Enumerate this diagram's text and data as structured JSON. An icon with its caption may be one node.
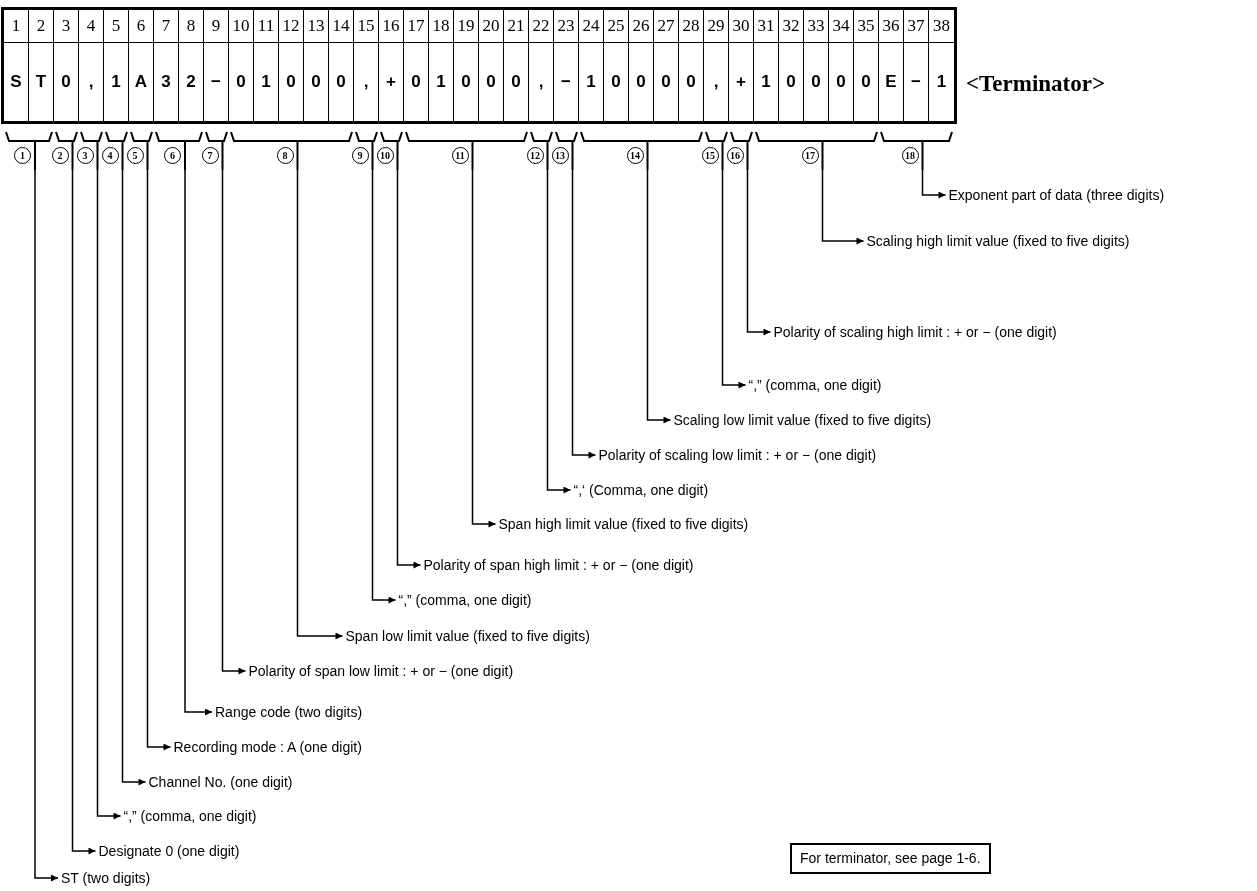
{
  "diagram": {
    "nodes": [
      {
        "text": [
          "1"
        ]
      },
      {
        "text": [
          "2"
        ]
      },
      {
        "text": [
          "3"
        ]
      },
      {
        "text": [
          "4"
        ]
      },
      {
        "text": [
          "5"
        ]
      },
      {
        "text": [
          "6"
        ]
      },
      {
        "text": [
          "7"
        ]
      },
      {
        "text": [
          "8"
        ]
      },
      {
        "text": [
          "9"
        ]
      },
      {
        "text": [
          "10"
        ]
      },
      {
        "text": [
          "11"
        ]
      },
      {
        "text": [
          "12"
        ]
      },
      {
        "text": [
          "13"
        ]
      },
      {
        "text": [
          "14"
        ]
      },
      {
        "text": [
          "15"
        ]
      },
      {
        "text": [
          "16"
        ]
      },
      {
        "text": [
          "17"
        ]
      },
      {
        "text": [
          "18"
        ]
      },
      {
        "text": [
          "ST (two digits)"
        ]
      },
      {
        "text": [
          "Designate 0 (one digit)"
        ]
      },
      {
        "text": [
          "“,” (comma, one digit)"
        ]
      },
      {
        "text": [
          "Channel No. (one digit)"
        ]
      },
      {
        "text": [
          "Recording mode : A (one digit)"
        ]
      },
      {
        "text": [
          "Range code (two digits)"
        ]
      },
      {
        "text": [
          "Polarity of span low limit : + or − (one digit)"
        ]
      },
      {
        "text": [
          "Span low limit value (fixed to five digits)"
        ]
      },
      {
        "text": [
          "“,” (comma, one digit)"
        ]
      },
      {
        "text": [
          "Polarity of span high limit : + or − (one digit)"
        ]
      },
      {
        "text": [
          "Span high limit value (fixed to five digits)"
        ]
      },
      {
        "text": [
          "“,‘ (Comma, one digit)"
        ]
      },
      {
        "text": [
          "Polarity of scaling low limit : + or − (one digit)"
        ]
      },
      {
        "text": [
          "Scaling low limit value (fixed to five digits)"
        ]
      },
      {
        "text": [
          "“,” (comma, one digit)"
        ]
      },
      {
        "text": [
          "Polarity of scaling high limit : + or − (one digit)"
        ]
      },
      {
        "text": [
          "Scaling high limit value (fixed to five digits)"
        ]
      },
      {
        "text": [
          "Exponent part of data (three digits)"
        ]
      },
      {
        "text": [
          "For terminator, see page 1-6."
        ]
      }
    ],
    "edges": [
      {
        "from": 0,
        "to": 18,
        "arrow": "to"
      },
      {
        "from": 1,
        "to": 19,
        "arrow": "to"
      },
      {
        "from": 2,
        "to": 20,
        "arrow": "to"
      },
      {
        "from": 3,
        "to": 21,
        "arrow": "to"
      },
      {
        "from": 4,
        "to": 22,
        "arrow": "to"
      },
      {
        "from": 5,
        "to": 23,
        "arrow": "to"
      },
      {
        "from": 6,
        "to": 24,
        "arrow": "to"
      },
      {
        "from": 7,
        "to": 25,
        "arrow": "to"
      },
      {
        "from": 8,
        "to": 26,
        "arrow": "to"
      },
      {
        "from": 9,
        "to": 27,
        "arrow": "to"
      },
      {
        "from": 10,
        "to": 28,
        "arrow": "to"
      },
      {
        "from": 11,
        "to": 29,
        "arrow": "to"
      },
      {
        "from": 12,
        "to": 30,
        "arrow": "to"
      },
      {
        "from": 13,
        "to": 31,
        "arrow": "to"
      },
      {
        "from": 14,
        "to": 32,
        "arrow": "to"
      },
      {
        "from": 15,
        "to": 33,
        "arrow": "to"
      },
      {
        "from": 16,
        "to": 34,
        "arrow": "to"
      },
      {
        "from": 17,
        "to": 35,
        "arrow": "to"
      }
    ],
    "labels": [
      "1",
      "2",
      "3",
      "4",
      "5",
      "6",
      "7",
      "8",
      "9",
      "10",
      "11",
      "12",
      "13",
      "14",
      "15",
      "16",
      "17",
      "18",
      "19",
      "20",
      "21",
      "22",
      "23",
      "24",
      "25",
      "26",
      "27",
      "28",
      "29",
      "30",
      "31",
      "32",
      "33",
      "34",
      "35",
      "36",
      "37",
      "38",
      "S",
      "T",
      "0",
      ",",
      "1",
      "A",
      "3",
      "2",
      "−",
      "0",
      "1",
      "0",
      "0",
      "0",
      ",",
      "+",
      "0",
      "1",
      "0",
      "0",
      "0",
      ",",
      "−",
      "1",
      "0",
      "0",
      "0",
      "0",
      ",",
      "+",
      "1",
      "0",
      "0",
      "0",
      "0",
      "E",
      "−",
      "1",
      "<Terminator>"
    ]
  }
}
